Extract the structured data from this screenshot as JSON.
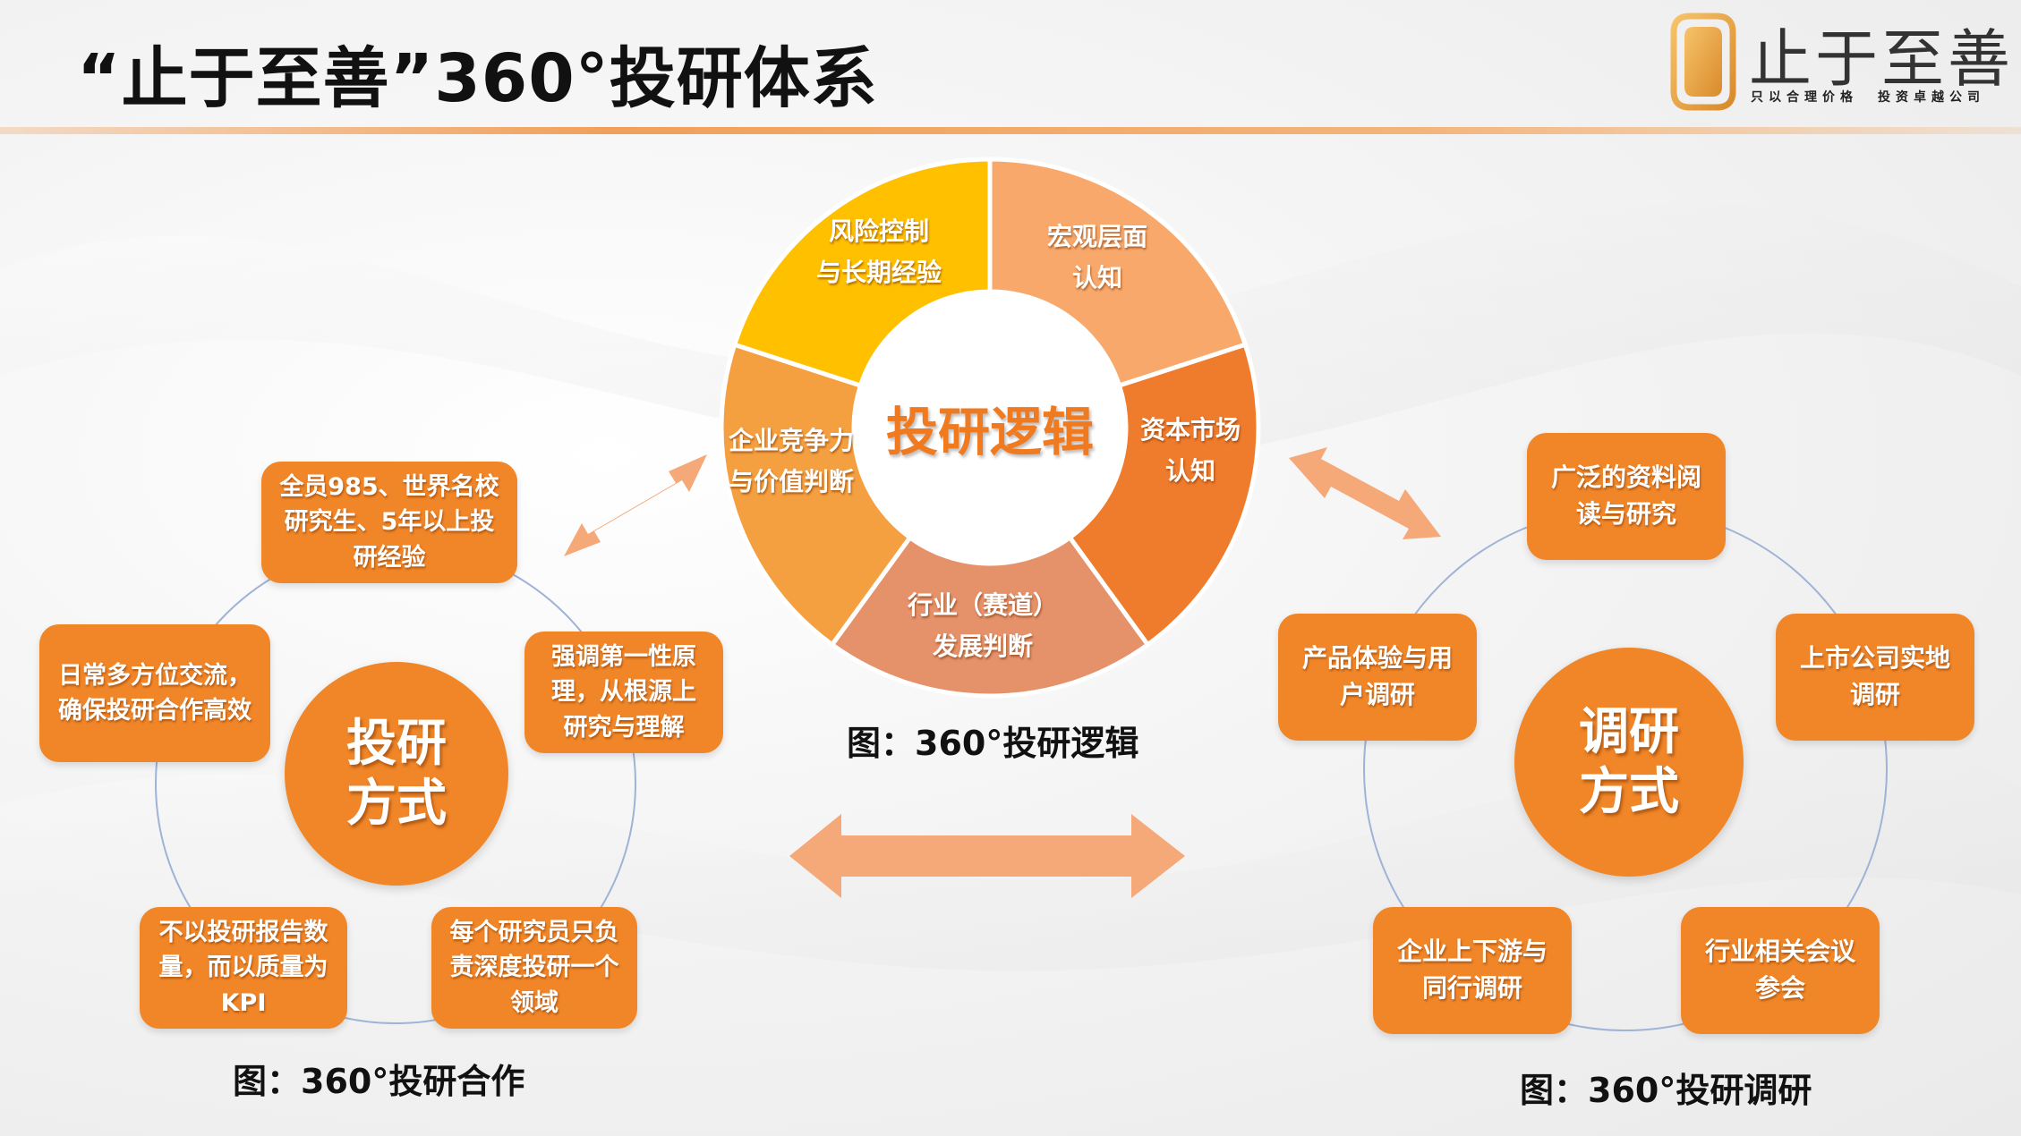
{
  "title": "“止于至善”360°投研体系",
  "logo": {
    "name": "止于至善",
    "slogan_left": "只以合理价格",
    "slogan_right": "投资卓越公司"
  },
  "colors": {
    "accent": "#f08628",
    "gold": "#ffc000",
    "rule": "#f0a05a"
  },
  "logic_wheel": {
    "center": "投研逻辑",
    "segments": [
      {
        "line1": "宏观层面",
        "line2": "认知",
        "color": "#f8a86a"
      },
      {
        "line1": "资本市场",
        "line2": "认知",
        "color": "#ef7b2c"
      },
      {
        "line1": "行业（赛道）",
        "line2": "发展判断",
        "color": "#e5916a"
      },
      {
        "line1": "企业竞争力",
        "line2": "与价值判断",
        "color": "#f5a040"
      },
      {
        "line1": "风险控制",
        "line2": "与长期经验",
        "color": "#ffc000"
      }
    ],
    "caption": "图：360°投研逻辑"
  },
  "cooperation": {
    "hub_line1": "投研",
    "hub_line2": "方式",
    "items": [
      {
        "line1": "全员985、世界名校",
        "line2": "研究生、5年以上投",
        "line3": "研经验"
      },
      {
        "line1": "强调第一性原",
        "line2": "理，从根源上",
        "line3": "研究与理解"
      },
      {
        "line1": "每个研究员只负",
        "line2": "责深度投研一个",
        "line3": "领域"
      },
      {
        "line1": "不以投研报告数",
        "line2": "量，而以质量为",
        "line3": "KPI"
      },
      {
        "line1": "日常多方位交流，",
        "line2": "确保投研合作高效"
      }
    ],
    "caption": "图：360°投研合作"
  },
  "research": {
    "hub_line1": "调研",
    "hub_line2": "方式",
    "items": [
      {
        "line1": "广泛的资料阅",
        "line2": "读与研究"
      },
      {
        "line1": "上市公司实地",
        "line2": "调研"
      },
      {
        "line1": "行业相关会议",
        "line2": "参会"
      },
      {
        "line1": "企业上下游与",
        "line2": "同行调研"
      },
      {
        "line1": "产品体验与用",
        "line2": "户调研"
      }
    ],
    "caption": "图：360°投研调研"
  }
}
